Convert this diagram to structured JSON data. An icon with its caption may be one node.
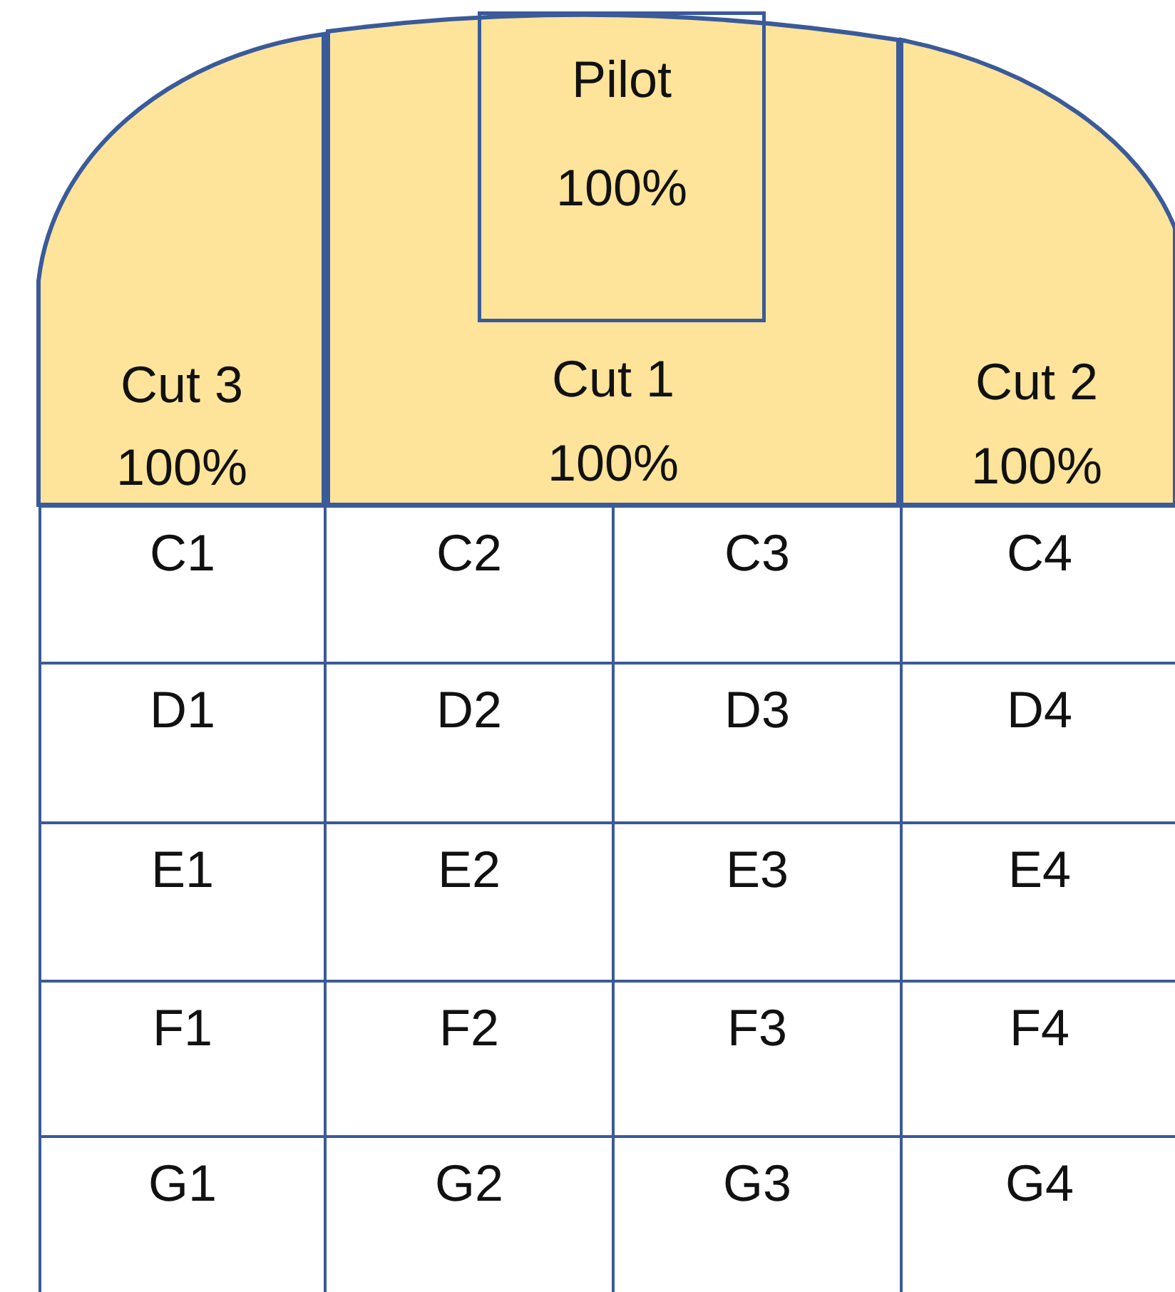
{
  "diagram": {
    "nodes": [
      {
        "text": [
          "Cut 3",
          "100%"
        ]
      },
      {
        "text": [
          "Cut 1",
          "100%"
        ]
      },
      {
        "text": [
          "Pilot",
          "100%"
        ],
        "in": 1
      },
      {
        "text": [
          "Cut 2",
          "100%"
        ]
      },
      {
        "text": [
          "C1"
        ]
      },
      {
        "text": [
          "C2"
        ]
      },
      {
        "text": [
          "C3"
        ]
      },
      {
        "text": [
          "C4"
        ]
      },
      {
        "text": [
          "D1"
        ]
      },
      {
        "text": [
          "D2"
        ]
      },
      {
        "text": [
          "D3"
        ]
      },
      {
        "text": [
          "D4"
        ]
      },
      {
        "text": [
          "E1"
        ]
      },
      {
        "text": [
          "E2"
        ]
      },
      {
        "text": [
          "E3"
        ]
      },
      {
        "text": [
          "E4"
        ]
      },
      {
        "text": [
          "F1"
        ]
      },
      {
        "text": [
          "F2"
        ]
      },
      {
        "text": [
          "F3"
        ]
      },
      {
        "text": [
          "F4"
        ]
      },
      {
        "text": [
          "G1"
        ]
      },
      {
        "text": [
          "G2"
        ]
      },
      {
        "text": [
          "G3"
        ]
      },
      {
        "text": [
          "G4"
        ]
      }
    ]
  }
}
